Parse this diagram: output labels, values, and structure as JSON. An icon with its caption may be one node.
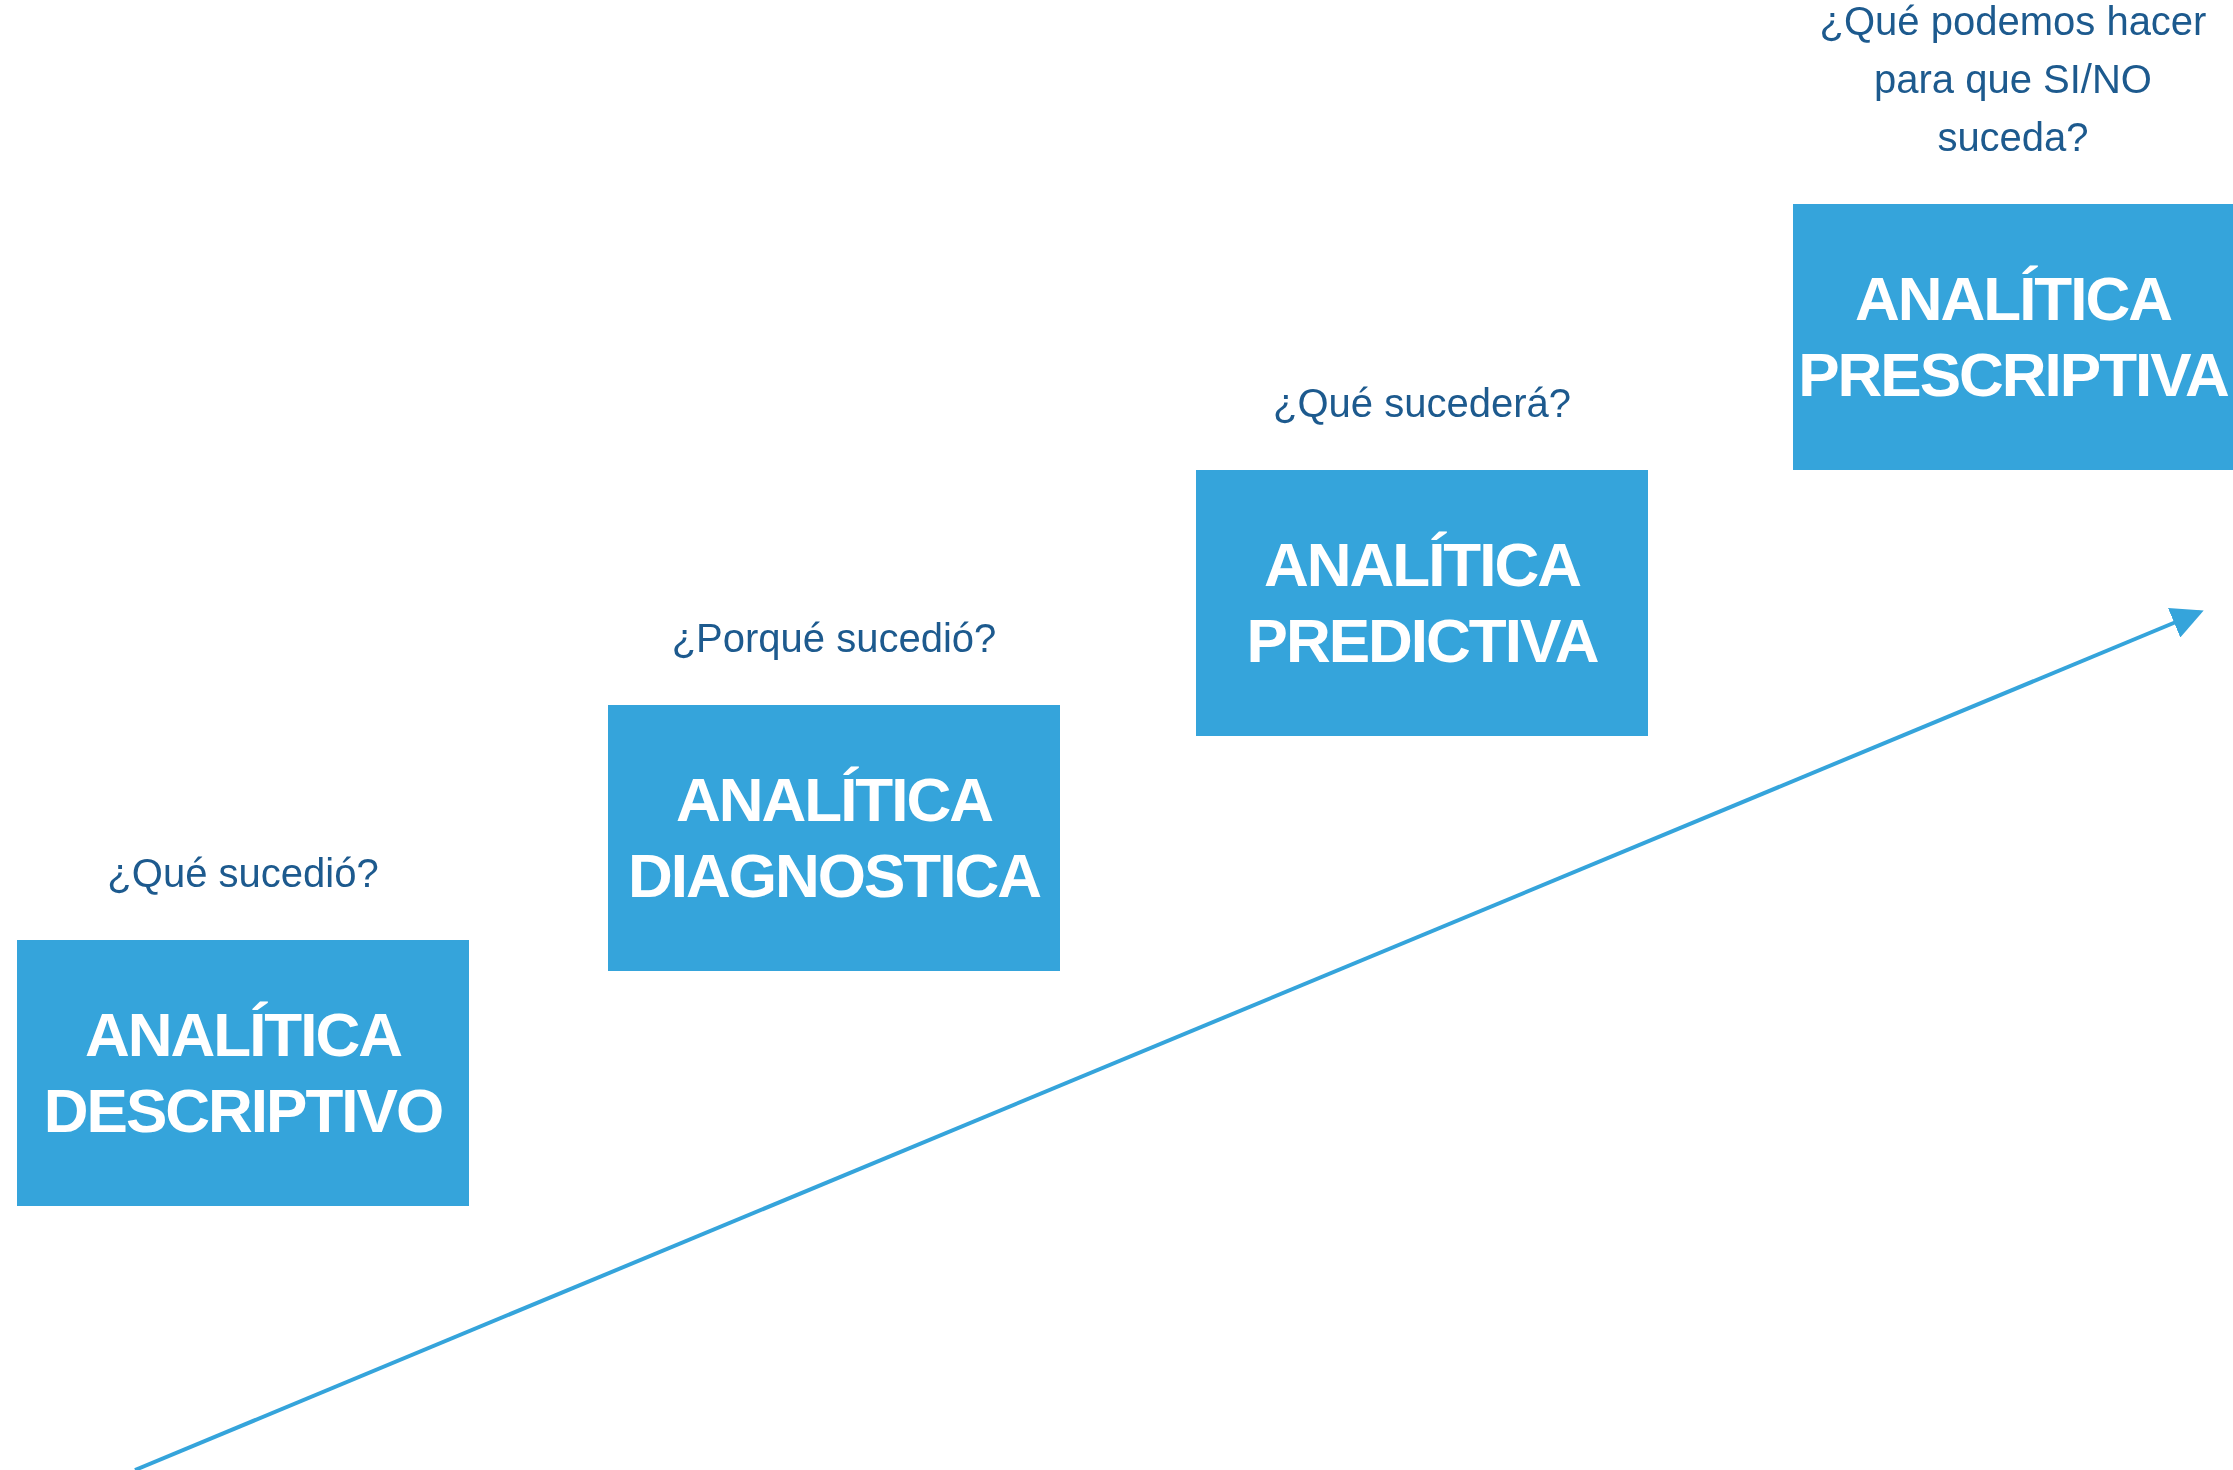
{
  "diagram": {
    "nodes": [
      {
        "text": [
          "¿Qué sucedió?",
          "ANALÍTICA DESCRIPTIVO"
        ]
      },
      {
        "text": [
          "¿Porqué sucedió?",
          "ANALÍTICA DIAGNOSTICA"
        ]
      },
      {
        "text": [
          "¿Qué sucederá?",
          "ANALÍTICA PREDICTIVA"
        ]
      },
      {
        "text": [
          "¿Qué podemos hacer para que SI/NO suceda?",
          "ANALÍTICA PRESCRIPTIVA"
        ]
      }
    ]
  }
}
